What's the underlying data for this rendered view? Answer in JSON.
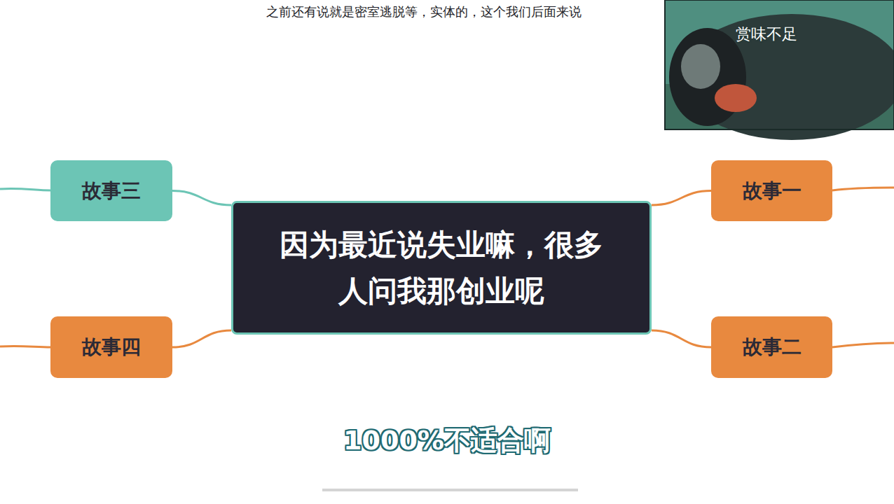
{
  "diagram": {
    "nodes": [
      {
        "text": [
          "因为最近说失业嘛，很多人问我那创业呢"
        ]
      },
      {
        "text": [
          "故事一"
        ]
      },
      {
        "text": [
          "故事二"
        ]
      },
      {
        "text": [
          "故事三"
        ]
      },
      {
        "text": [
          "故事四"
        ]
      }
    ],
    "edges": [
      {
        "from": 0,
        "to": 1,
        "arrow": "none"
      },
      {
        "from": 0,
        "to": 2,
        "arrow": "none"
      },
      {
        "from": 0,
        "to": 3,
        "arrow": "none"
      },
      {
        "from": 0,
        "to": 4,
        "arrow": "none"
      }
    ],
    "labels": [
      "之前还有说就是密室逃脱等，实体的，这个我们后面来说",
      "1000%不适合啊",
      "赏味不足"
    ]
  }
}
